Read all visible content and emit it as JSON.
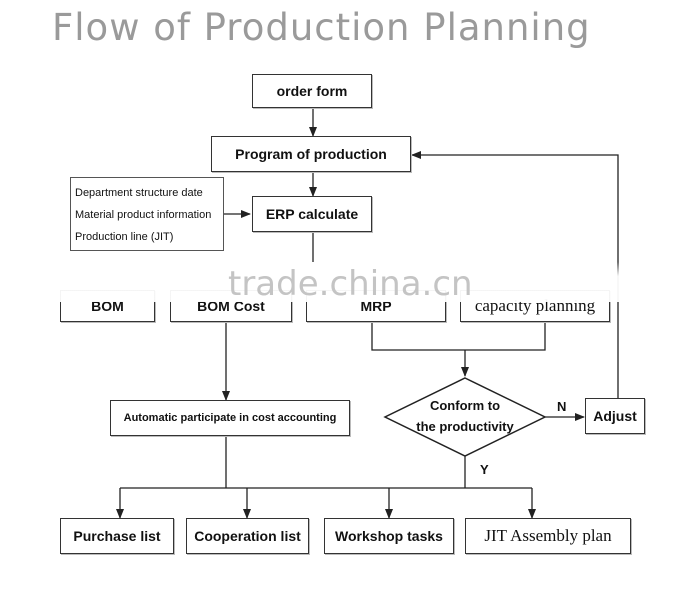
{
  "title": "Flow of Production Planning",
  "watermark": "trade.china.cn",
  "nodes": {
    "order_form": "order form",
    "program_of_production": "Program of production",
    "erp_calculate": "ERP calculate",
    "bom": "BOM",
    "bom_cost": "BOM Cost",
    "mrp": "MRP",
    "capacity_planning": "capacity planning",
    "automatic_cost_accounting": "Automatic participate in cost accounting",
    "conform_line1": "Conform to",
    "conform_line2": "the productivity",
    "adjust": "Adjust",
    "purchase_list": "Purchase list",
    "cooperation_list": "Cooperation list",
    "workshop_tasks": "Workshop tasks",
    "jit_assembly_plan": "JIT Assembly plan"
  },
  "inputs": [
    "Department structure date",
    "Material product information",
    "Production line (JIT)"
  ],
  "labels": {
    "no": "N",
    "yes": "Y"
  },
  "colors": {
    "title": "#9a9a9a",
    "line": "#333333",
    "watermark": "#c4c4c4"
  }
}
